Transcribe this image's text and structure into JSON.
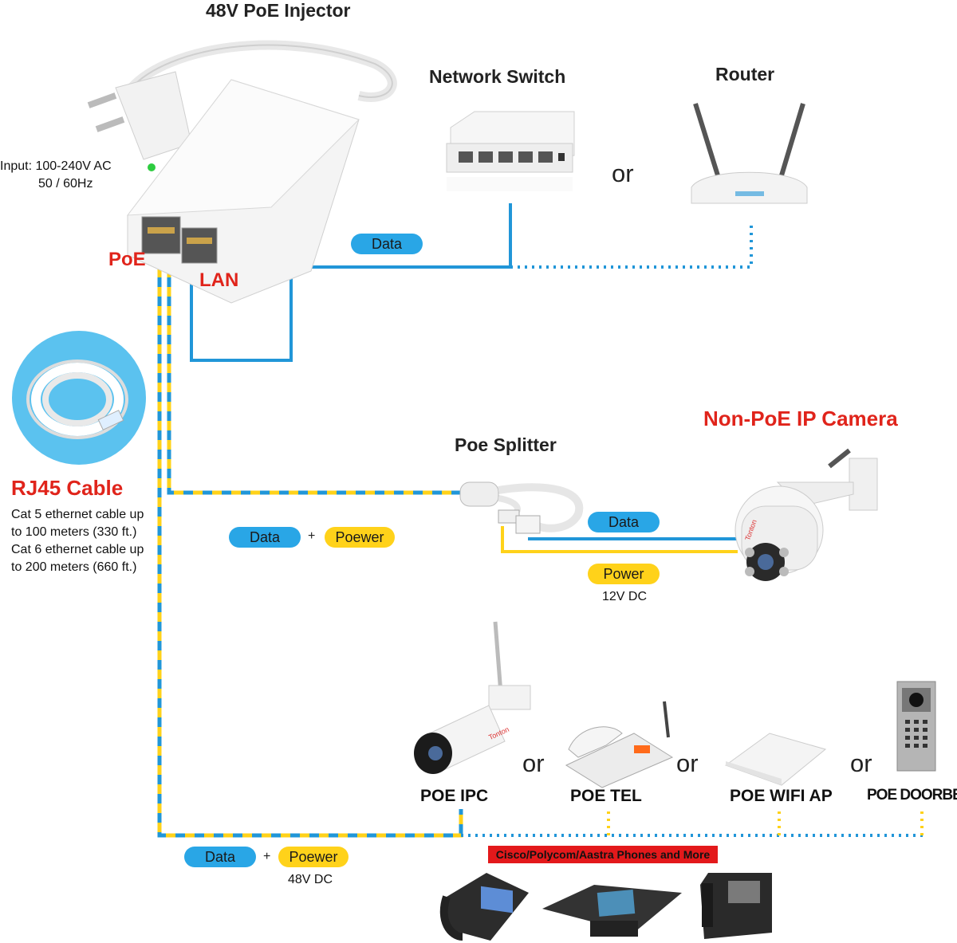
{
  "injector": {
    "title": "48V PoE Injector",
    "input_line1": "Input: 100-240V AC",
    "input_line2": "50 / 60Hz",
    "poe_port": "PoE",
    "lan_port": "LAN"
  },
  "upstream": {
    "switch_label": "Network Switch",
    "or_label": "or",
    "router_label": "Router",
    "data_pill": "Data"
  },
  "cable": {
    "title": "RJ45 Cable",
    "line1": "Cat 5 ethernet cable up",
    "line2": "to 100 meters (330 ft.)",
    "line3": "Cat 6 ethernet cable up",
    "line4": "to 200 meters (660 ft.)"
  },
  "splitter": {
    "title": "Poe Splitter",
    "data_pill": "Data",
    "plus": "+",
    "power_pill": "Poewer",
    "out_data_pill": "Data",
    "out_power_pill": "Power",
    "out_voltage": "12V DC"
  },
  "camera": {
    "title": "Non-PoE IP Camera",
    "brand": "Tonton"
  },
  "devices": {
    "ipc": "POE IPC",
    "tel": "POE TEL",
    "ap": "POE WIFI AP",
    "doorbell": "POE DOORBELL",
    "or1": "or",
    "or2": "or",
    "or3": "or",
    "ipc_brand": "Tonton"
  },
  "bottom": {
    "data_pill": "Data",
    "plus": "+",
    "power_pill": "Poewer",
    "voltage": "48V DC",
    "banner": "Cisco/Polycom/Aastra Phones and More"
  },
  "colors": {
    "data_blue": "#29a6e6",
    "power_yellow": "#ffd21a",
    "accent_red": "#e0241b",
    "wire_blue": "#2196d8"
  }
}
